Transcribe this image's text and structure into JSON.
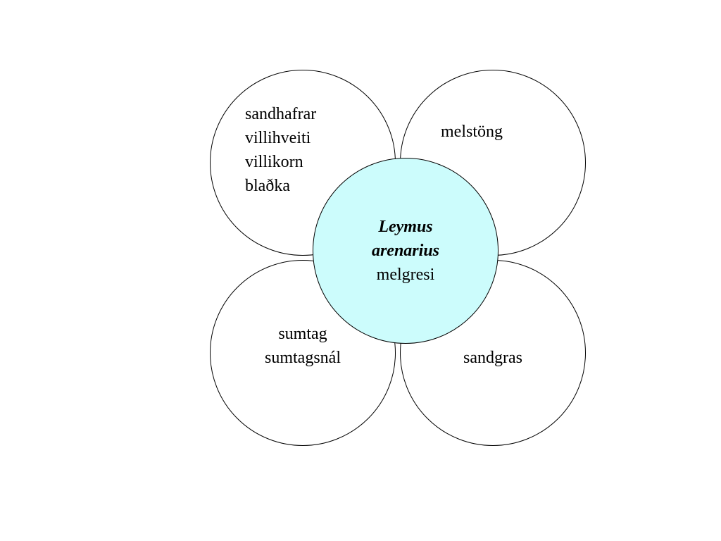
{
  "colors": {
    "center_fill": "#ccfcfc",
    "petal_fill": "#ffffff",
    "stroke": "#000000"
  },
  "center": {
    "latin_name": [
      "Leymus",
      "arenarius"
    ],
    "common_name": "melgresi"
  },
  "petals": {
    "top_left": [
      "sandhafrar",
      "villihveiti",
      "villikorn",
      "blaðka"
    ],
    "top_right": [
      "melstöng"
    ],
    "bottom_left": [
      "sumtag",
      "sumtagsnál"
    ],
    "bottom_right": [
      "sandgras"
    ]
  }
}
